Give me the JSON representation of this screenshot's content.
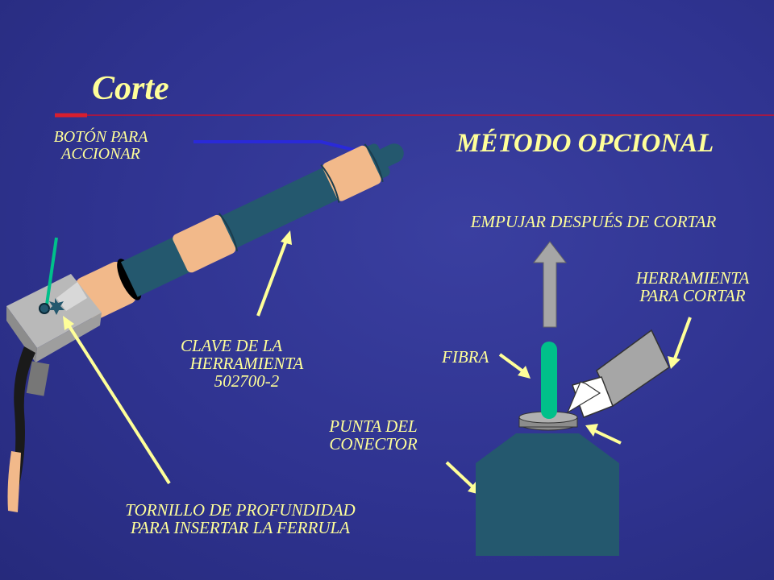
{
  "slide": {
    "title": "Corte",
    "subtitle": "MÉTODO OPCIONAL"
  },
  "labels": {
    "button": [
      "BOTÓN PARA",
      "ACCIONAR"
    ],
    "push": "EMPUJAR DESPUÉS DE CORTAR",
    "cutting_tool": [
      "HERRAMIENTA",
      "PARA CORTAR"
    ],
    "tool_key": [
      "CLAVE DE LA",
      "HERRAMIENTA",
      "502700-2"
    ],
    "fiber": "FIBRA",
    "connector_tip": [
      "PUNTA DEL",
      "CONECTOR"
    ],
    "depth_screw": [
      "TORNILLO DE PROFUNDIDAD",
      "PARA INSERTAR LA FERRULA"
    ]
  },
  "colors": {
    "text": "#ffff99",
    "title_rule": "#c8102e",
    "tool_body": "#24586e",
    "tool_band": "#f2b98a",
    "fiber": "#00c08a",
    "arrow_yellow": "#ffff99",
    "arrow_blue": "#2a2ad8"
  }
}
